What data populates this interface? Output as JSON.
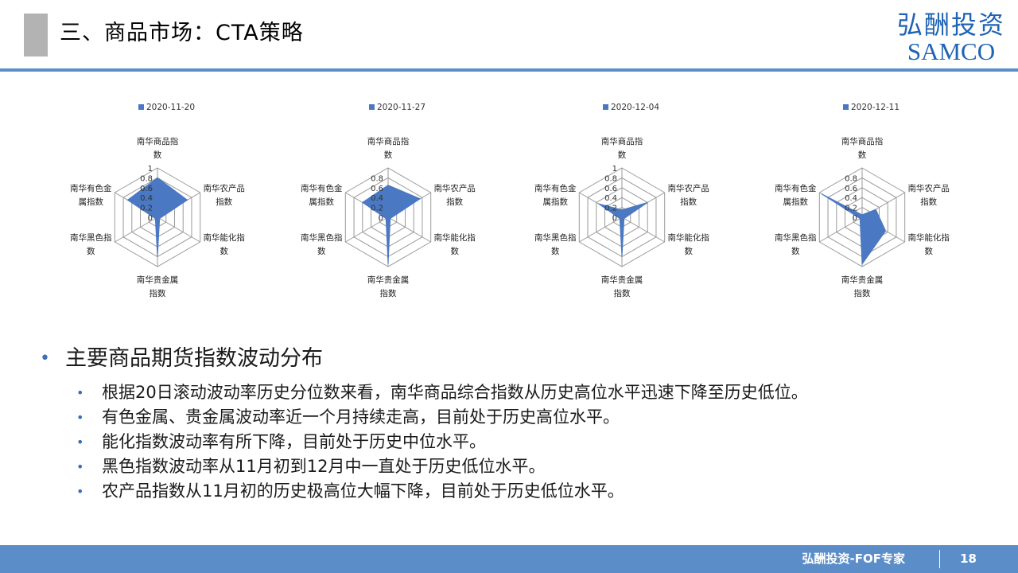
{
  "header": {
    "title": "三、商品市场：CTA策略",
    "logo_cn": "弘酬投资",
    "logo_en": "SAMCO"
  },
  "colors": {
    "accent": "#5b8ec9",
    "series_fill": "#4a78c2",
    "grid": "#9a9a9a"
  },
  "chart_data": [
    {
      "type": "radar",
      "legend": "2020-11-20",
      "axes": [
        "南华商品指数",
        "南华农产品指数",
        "南华能化指数",
        "南华贵金属指数",
        "南华黑色指数",
        "南华有色金属指数"
      ],
      "values": [
        0.8,
        0.7,
        0.05,
        0.8,
        0.05,
        0.7
      ],
      "ticks": [
        "0",
        "0.2",
        "0.4",
        "0.6",
        "0.8",
        "1"
      ],
      "rmax": 1
    },
    {
      "type": "radar",
      "legend": "2020-11-27",
      "axes": [
        "南华商品指数",
        "南华农产品指数",
        "南华能化指数",
        "南华贵金属指数",
        "南华黑色指数",
        "南华有色金属指数"
      ],
      "values": [
        0.65,
        0.75,
        0.05,
        0.95,
        0.05,
        0.6
      ],
      "ticks": [
        "0",
        "0.2",
        "0.4",
        "0.6",
        "0.8"
      ],
      "rmax": 1
    },
    {
      "type": "radar",
      "legend": "2020-12-04",
      "axes": [
        "南华商品指数",
        "南华农产品指数",
        "南华能化指数",
        "南华贵金属指数",
        "南华黑色指数",
        "南华有色金属指数"
      ],
      "values": [
        0.15,
        0.6,
        0.05,
        0.8,
        0.05,
        0.55
      ],
      "ticks": [
        "0",
        "0.2",
        "0.4",
        "0.6",
        "0.8",
        "1"
      ],
      "rmax": 1
    },
    {
      "type": "radar",
      "legend": "2020-12-11",
      "axes": [
        "南华商品指数",
        "南华农产品指数",
        "南华能化指数",
        "南华贵金属指数",
        "南华黑色指数",
        "南华有色金属指数"
      ],
      "values": [
        0.05,
        0.32,
        0.55,
        0.95,
        0.05,
        0.95
      ],
      "ticks": [
        "0",
        "0.2",
        "0.4",
        "0.6",
        "0.8"
      ],
      "rmax": 1
    }
  ],
  "bullets": {
    "main": "主要商品期货指数波动分布",
    "items": [
      "根据20日滚动波动率历史分位数来看，南华商品综合指数从历史高位水平迅速下降至历史低位。",
      "有色金属、贵金属波动率近一个月持续走高，目前处于历史高位水平。",
      "能化指数波动率有所下降，目前处于历史中位水平。",
      "黑色指数波动率从11月初到12月中一直处于历史低位水平。",
      "农产品指数从11月初的历史极高位大幅下降，目前处于历史低位水平。"
    ]
  },
  "footer": {
    "brand": "弘酬投资-FOF专家",
    "page_number": "18"
  }
}
